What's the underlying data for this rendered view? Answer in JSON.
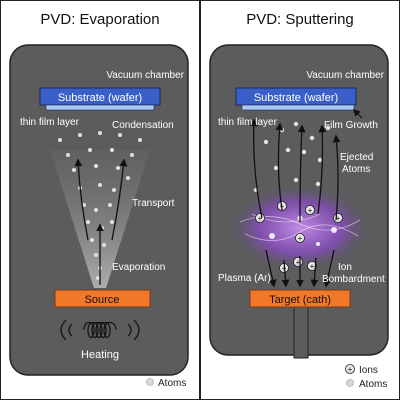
{
  "panels": {
    "evaporation": {
      "title": "PVD: Evaporation",
      "chamber_label": "Vacuum chamber",
      "substrate_label": "Substrate (wafer)",
      "thin_film_label": "thin film layer",
      "condensation_label": "Condensation",
      "transport_label": "Transport",
      "evaporation_label": "Evaporation",
      "source_label": "Source",
      "heating_label": "Heating"
    },
    "sputtering": {
      "title": "PVD: Sputtering",
      "chamber_label": "Vacuum chamber",
      "substrate_label": "Substrate (wafer)",
      "thin_film_label": "thin film layer",
      "film_growth_label": "Film Growth",
      "ejected_label_1": "Ejected",
      "ejected_label_2": "Atoms",
      "plasma_label": "Plasma (Ar)",
      "ion_label_1": "Ion",
      "ion_label_2": "Bombardment",
      "target_label": "Target (cath)"
    }
  },
  "legend": {
    "evaporation": {
      "atoms_label": "Atoms"
    },
    "sputtering": {
      "ions_label": "Ions",
      "atoms_label": "Atoms",
      "ion_symbol": "+"
    }
  },
  "colors": {
    "chamber": "#5c5c5c",
    "substrate": "#3a5fc8",
    "film": "#a8c8f0",
    "source": "#f07828",
    "plasma": "#9a50d0",
    "atom": "#d8d8d8"
  }
}
